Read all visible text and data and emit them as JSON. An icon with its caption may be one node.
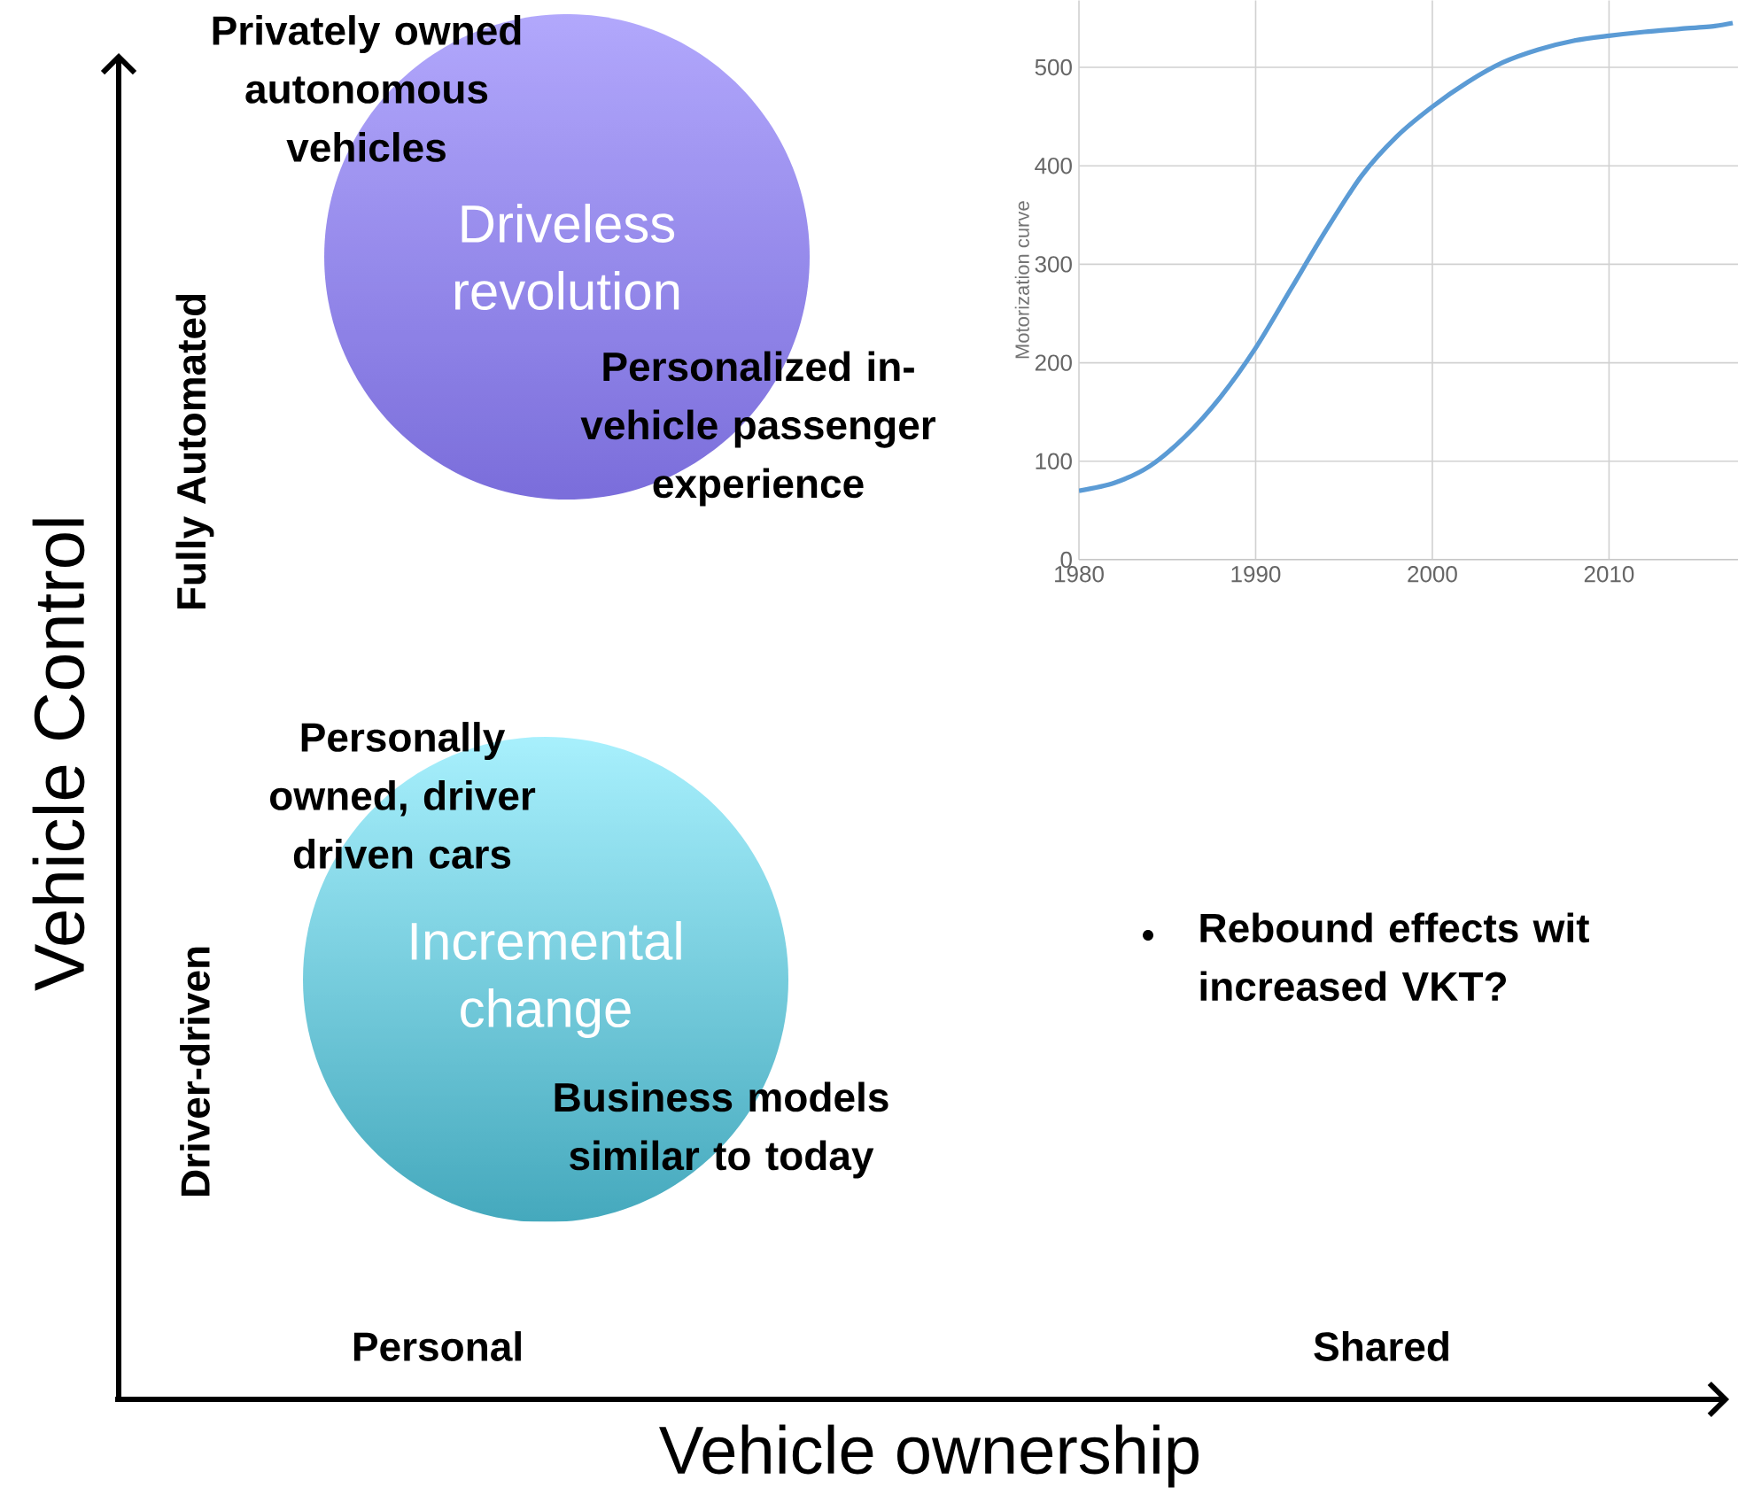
{
  "diagram": {
    "nodes": [
      {
        "text": [
          "Driveless revolution"
        ],
        "beside": [
          "Privately owned autonomous vehicles",
          "Personalized in-vehicle passenger experience"
        ]
      },
      {
        "text": [
          "Incremental change"
        ],
        "beside": [
          "Personally owned, driver driven cars",
          "Business models similar to today"
        ]
      }
    ],
    "labels": [
      "Vehicle Control",
      "Fully Automated",
      "Driver-driven",
      "Rebound effects wit increased VKT?",
      "Personal",
      "Shared",
      "Vehicle ownership"
    ],
    "chart_data": {
      "type": "line",
      "ylabel": "Motorization curve",
      "x": [
        1980,
        1982,
        1984,
        1986,
        1988,
        1990,
        1992,
        1994,
        1996,
        1998,
        2000,
        2002,
        2004,
        2006,
        2008,
        2010,
        2012,
        2014,
        2016,
        2017
      ],
      "series": [
        {
          "color": "#5b9bd5",
          "values": [
            70,
            78,
            95,
            125,
            165,
            215,
            275,
            335,
            390,
            430,
            460,
            485,
            505,
            518,
            527,
            532,
            536,
            539,
            542,
            545
          ]
        }
      ],
      "xlim": [
        1980,
        2017.3
      ],
      "ylim": [
        0,
        568
      ],
      "xticks": [
        1980,
        1990,
        2000,
        2010
      ],
      "yticks": [
        0,
        100,
        200,
        300,
        400,
        500
      ],
      "grid": true
    }
  }
}
